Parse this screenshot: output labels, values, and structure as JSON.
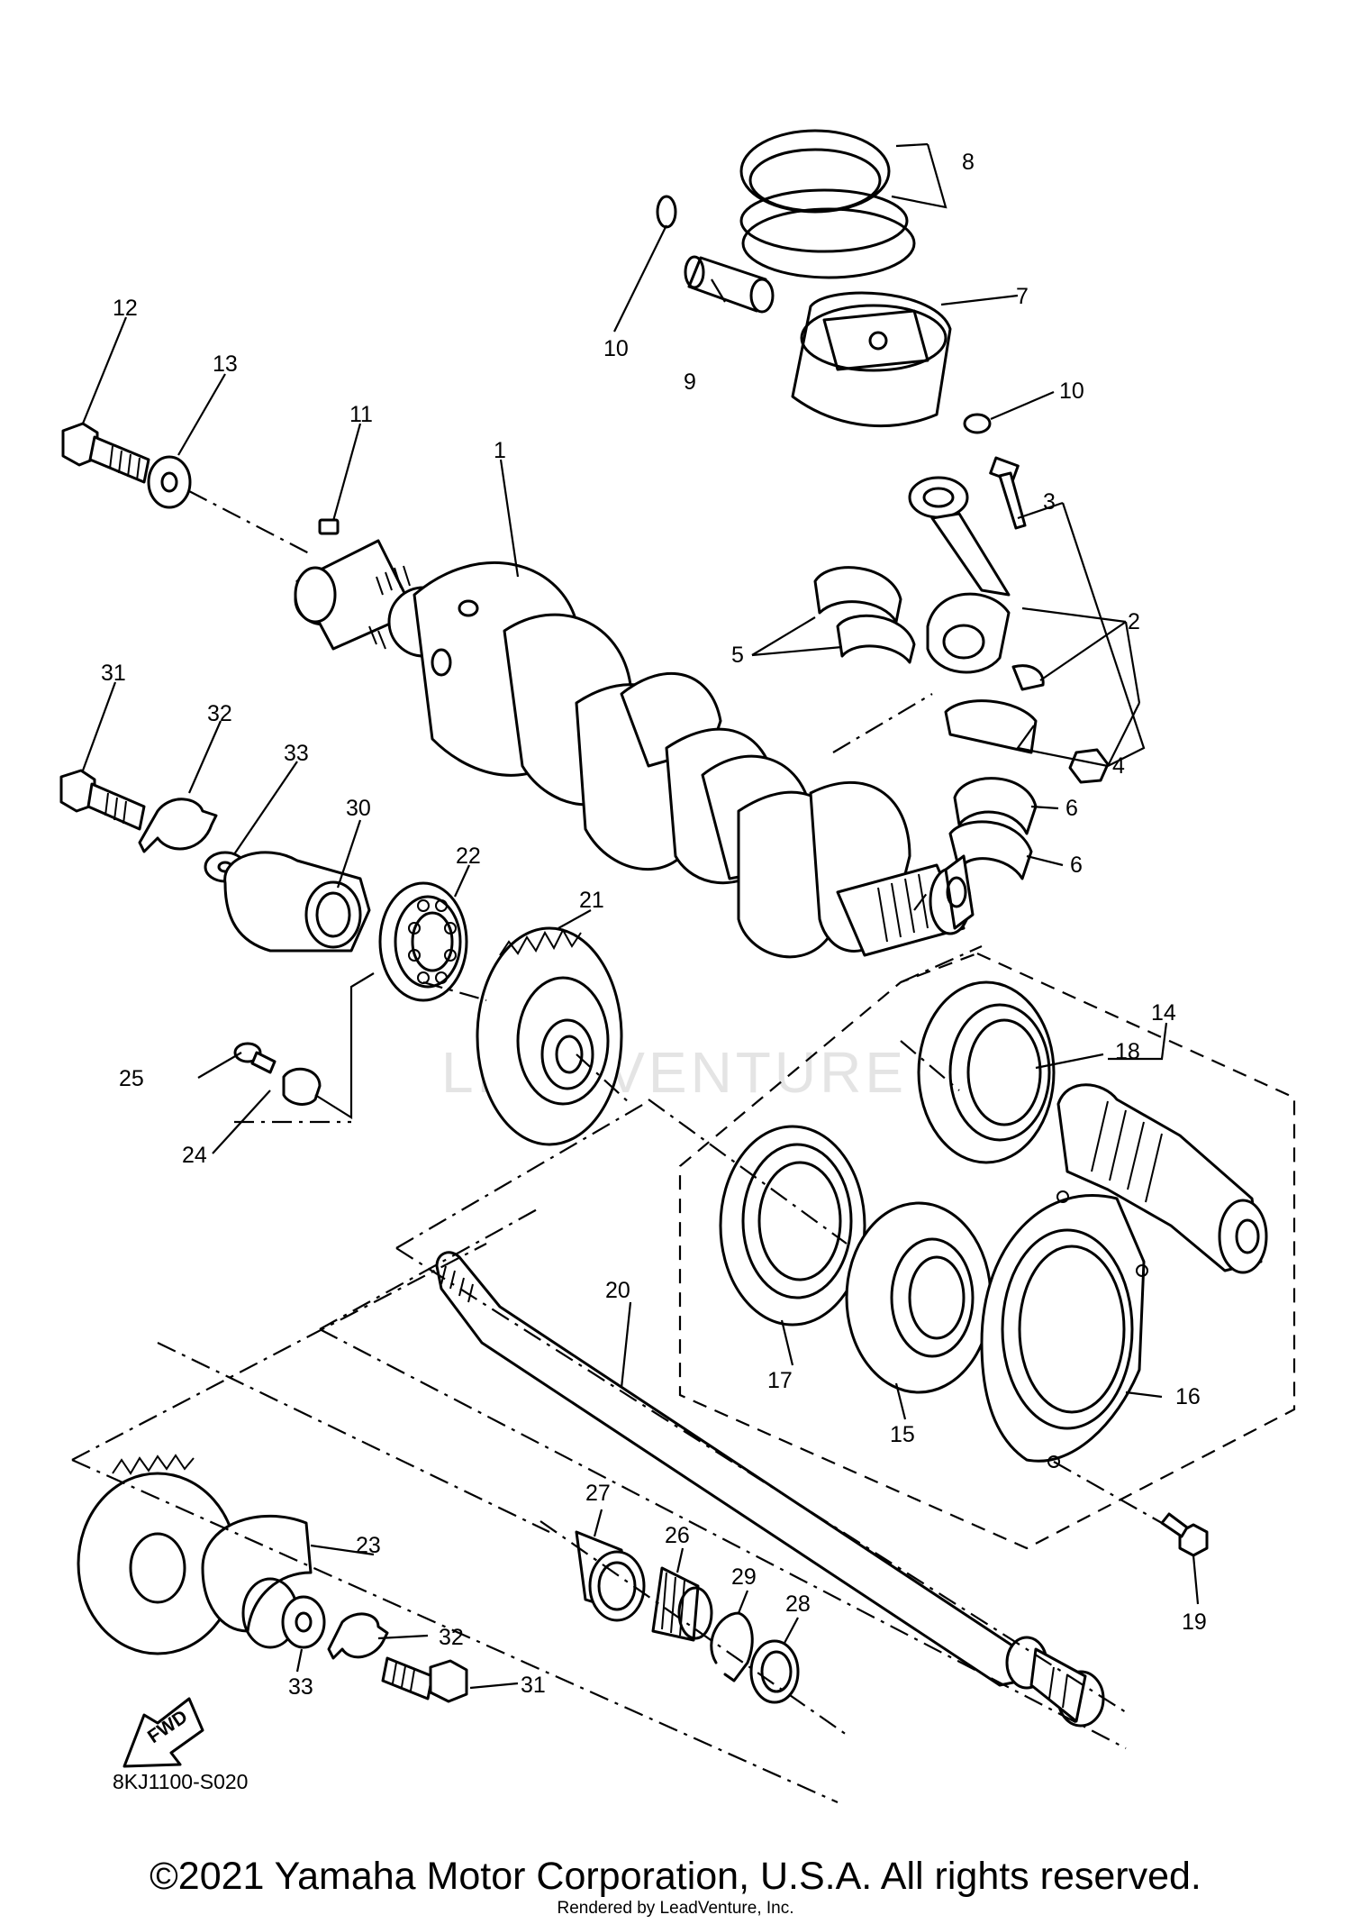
{
  "diagram": {
    "code": "8KJ1100-S020",
    "watermark": "LEADVENTURE",
    "fwd_label": "FWD"
  },
  "callouts": [
    {
      "id": "c1",
      "label": "1"
    },
    {
      "id": "c2",
      "label": "2"
    },
    {
      "id": "c3",
      "label": "3"
    },
    {
      "id": "c4",
      "label": "4"
    },
    {
      "id": "c5",
      "label": "5"
    },
    {
      "id": "c6a",
      "label": "6"
    },
    {
      "id": "c6b",
      "label": "6"
    },
    {
      "id": "c7",
      "label": "7"
    },
    {
      "id": "c8",
      "label": "8"
    },
    {
      "id": "c9",
      "label": "9"
    },
    {
      "id": "c10a",
      "label": "10"
    },
    {
      "id": "c10b",
      "label": "10"
    },
    {
      "id": "c11",
      "label": "11"
    },
    {
      "id": "c12",
      "label": "12"
    },
    {
      "id": "c13",
      "label": "13"
    },
    {
      "id": "c14",
      "label": "14"
    },
    {
      "id": "c15",
      "label": "15"
    },
    {
      "id": "c16",
      "label": "16"
    },
    {
      "id": "c17",
      "label": "17"
    },
    {
      "id": "c18",
      "label": "18"
    },
    {
      "id": "c19",
      "label": "19"
    },
    {
      "id": "c20",
      "label": "20"
    },
    {
      "id": "c21",
      "label": "21"
    },
    {
      "id": "c22",
      "label": "22"
    },
    {
      "id": "c23",
      "label": "23"
    },
    {
      "id": "c24",
      "label": "24"
    },
    {
      "id": "c25",
      "label": "25"
    },
    {
      "id": "c26",
      "label": "26"
    },
    {
      "id": "c27",
      "label": "27"
    },
    {
      "id": "c28",
      "label": "28"
    },
    {
      "id": "c29",
      "label": "29"
    },
    {
      "id": "c30",
      "label": "30"
    },
    {
      "id": "c31a",
      "label": "31"
    },
    {
      "id": "c31b",
      "label": "31"
    },
    {
      "id": "c32a",
      "label": "32"
    },
    {
      "id": "c32b",
      "label": "32"
    },
    {
      "id": "c33a",
      "label": "33"
    },
    {
      "id": "c33b",
      "label": "33"
    }
  ],
  "footer": {
    "copyright": "©2021 Yamaha Motor Corporation, U.S.A. All rights reserved.",
    "rendered_by": "Rendered by LeadVenture, Inc."
  }
}
